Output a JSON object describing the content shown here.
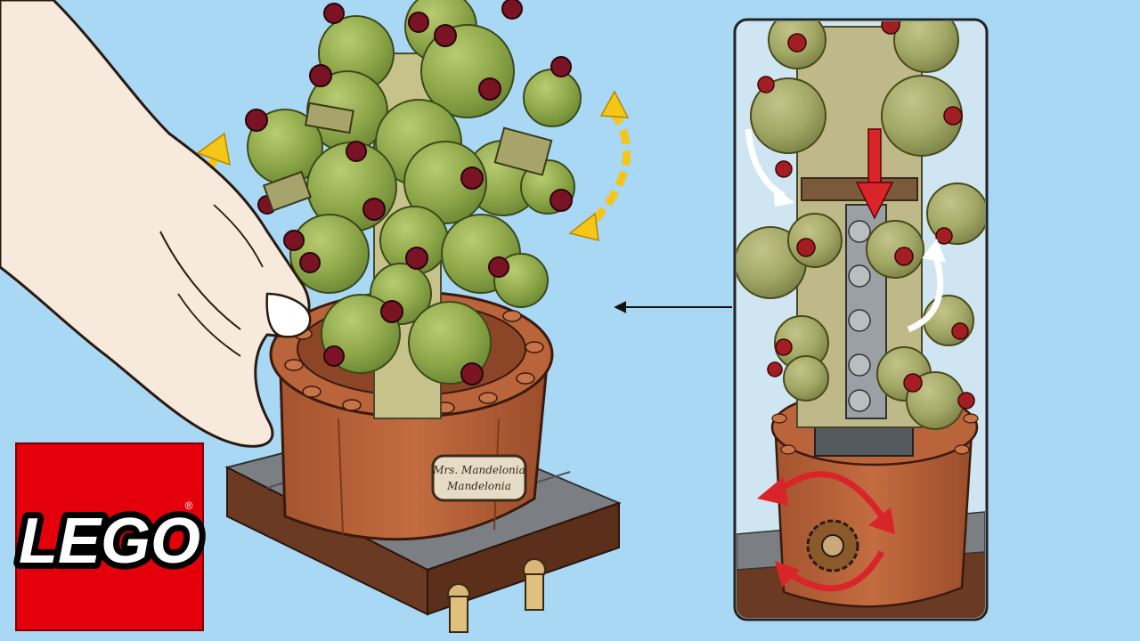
{
  "brand": {
    "logo_text": "LEGO",
    "trademark": "®",
    "logo_red": "#e3000b",
    "logo_yellow": "#ffd500"
  },
  "pot": {
    "label_line1": "Mrs. Mandelonia",
    "label_line2": "Mandelonia"
  },
  "colors": {
    "background": "#a9d8f5",
    "leaf_green": "#8fa84a",
    "leaf_shadow": "#6e8a35",
    "stud_red": "#7a1424",
    "pot_brown": "#b5623a",
    "base_gray": "#6d7175",
    "base_wood": "#6b3a22",
    "arrow_yellow": "#f5c518",
    "arrow_red": "#d9252a",
    "skin": "#f7e9dc"
  }
}
